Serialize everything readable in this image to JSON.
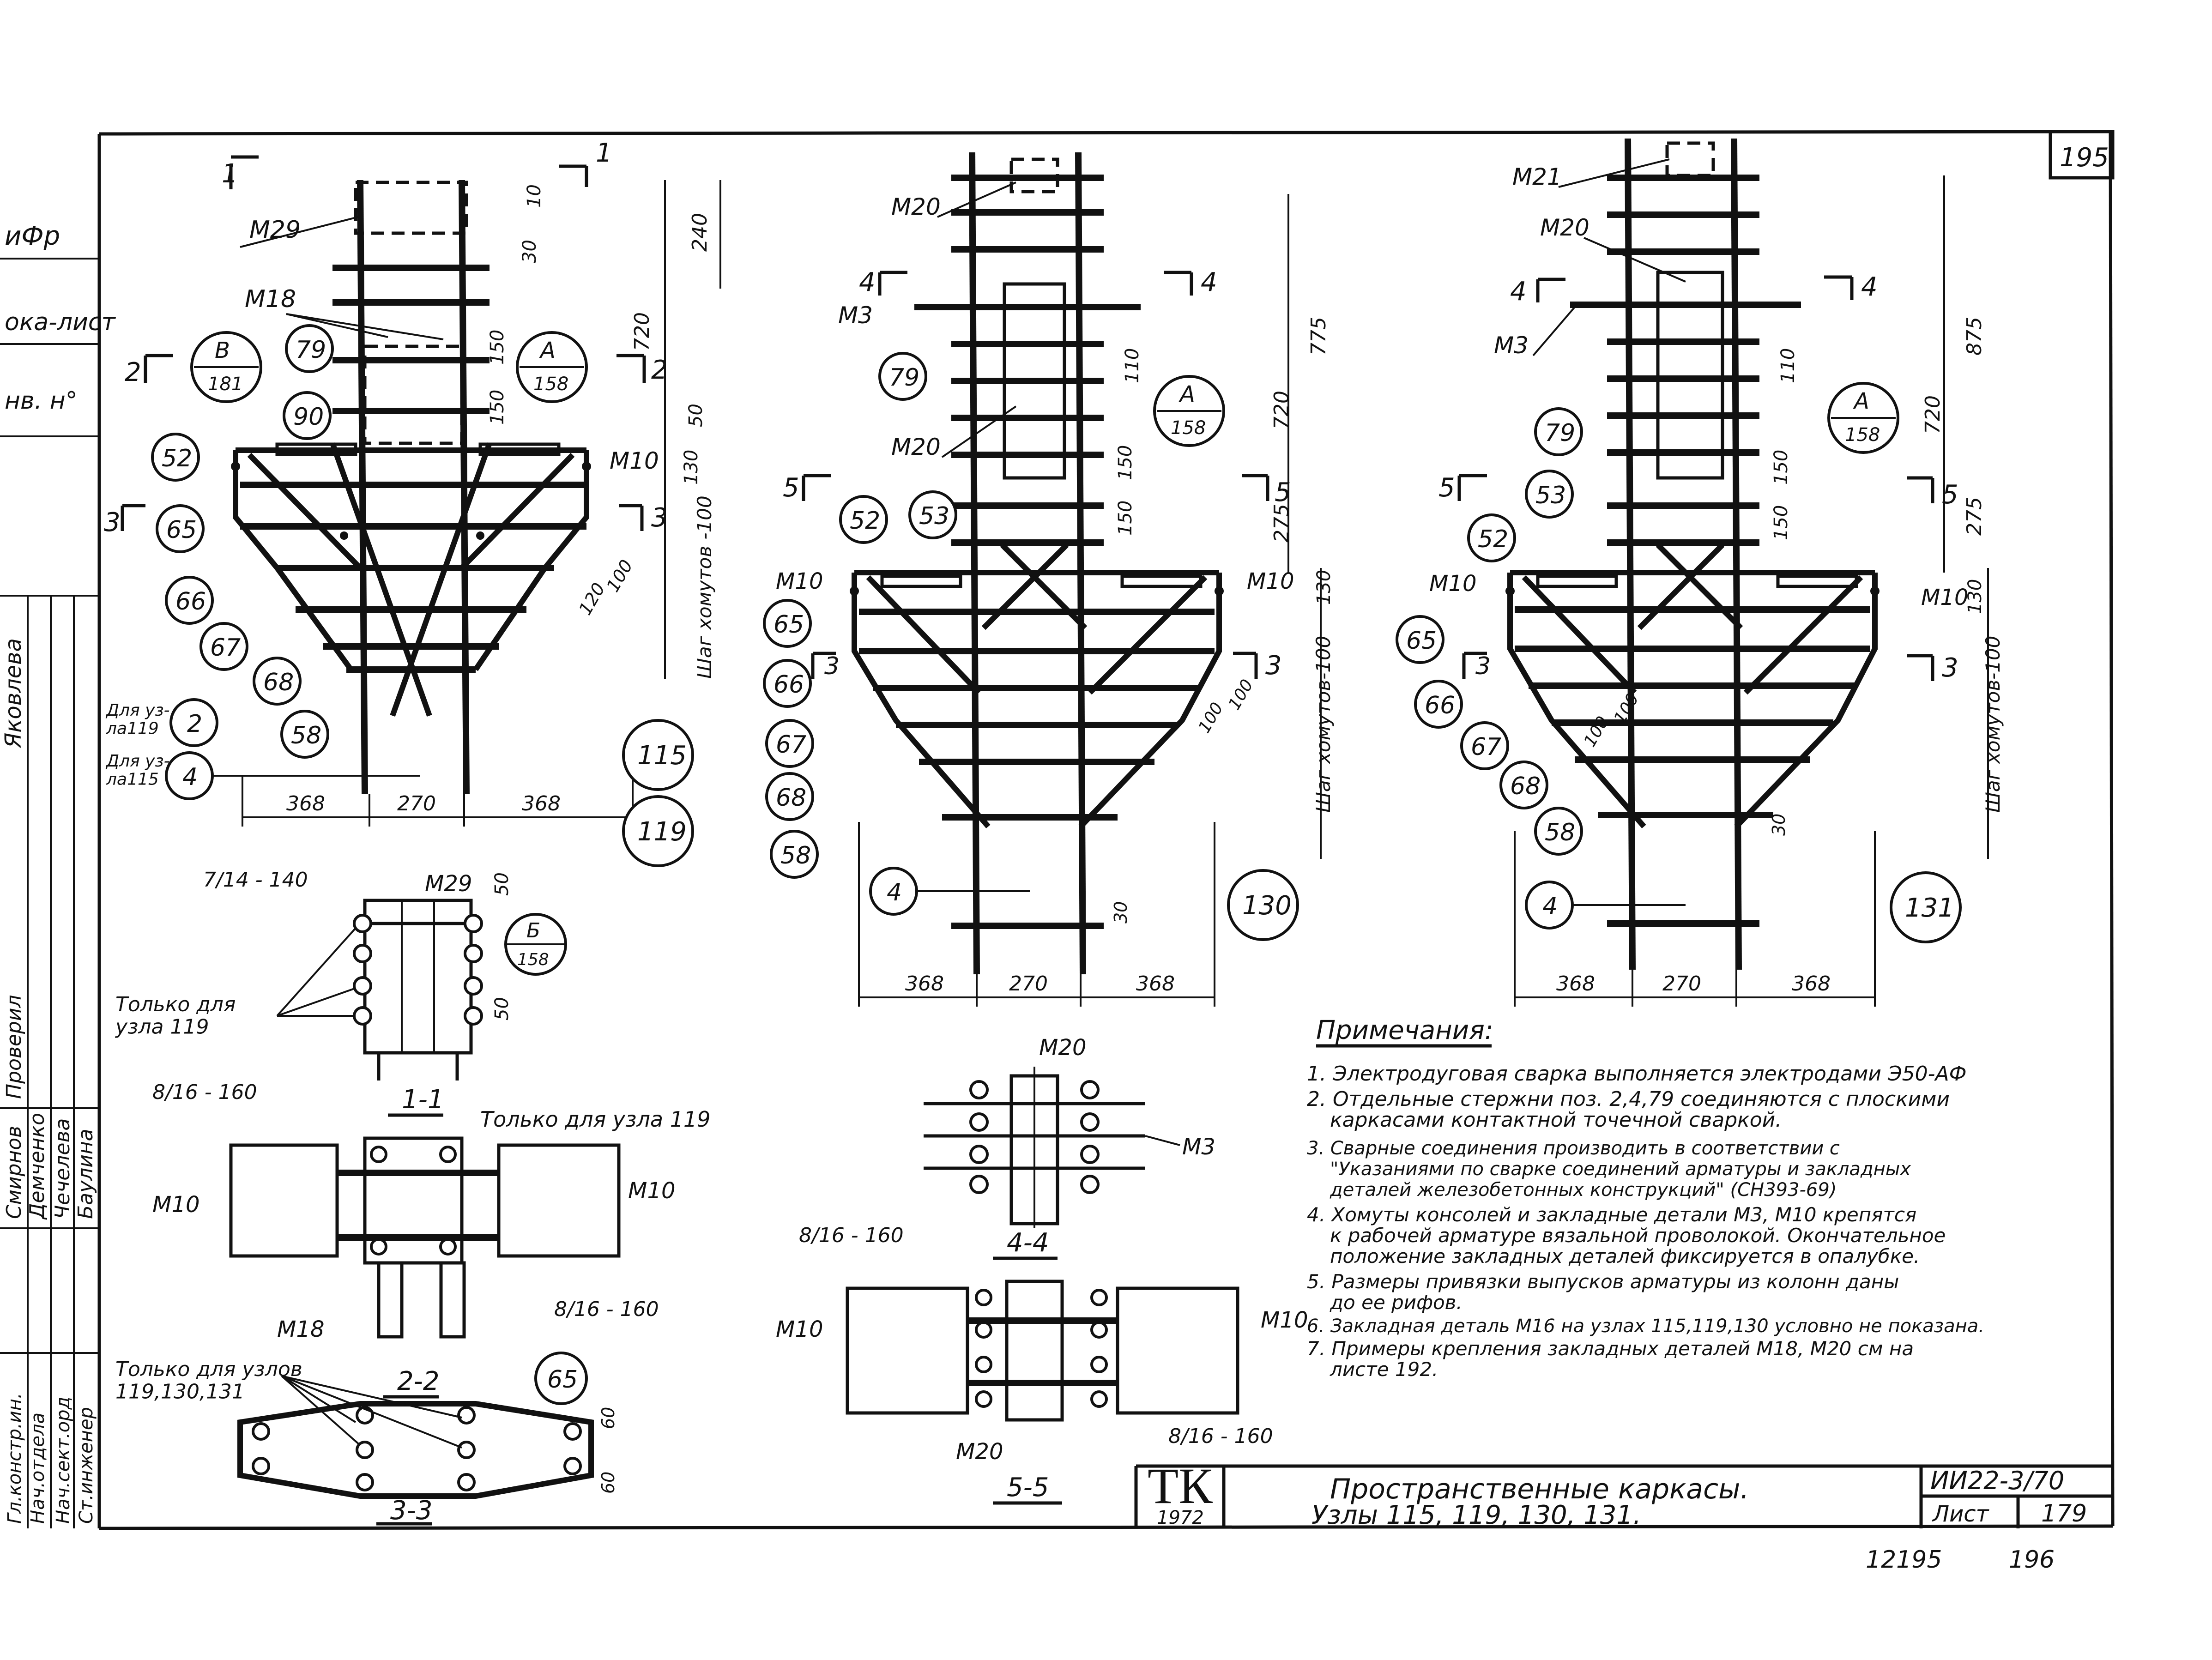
{
  "sheet": {
    "top_sheet_no": "195",
    "bottom_numbers": [
      "12195",
      "196"
    ]
  },
  "left_strip": {
    "cells": [
      "иФр",
      "ока-лист",
      "нв. н°"
    ],
    "names": [
      "Яковлева",
      "Демченко",
      "Чечелева",
      "Баулина"
    ],
    "roles": [
      "Гл.констр.ин.",
      "Нач.отдела",
      "Нач.сект.орд",
      "Ст.инженер",
      "Проверил",
      "Смирнов"
    ]
  },
  "view_a": {
    "labels": {
      "m29": "М29",
      "m18": "М18",
      "m10": "М10",
      "sec1": "1",
      "sec2": "2",
      "sec3": "3",
      "dim_10": "10",
      "dim_240": "240",
      "dim_30": "30",
      "dim_720": "720",
      "dim_150a": "150",
      "dim_150b": "150",
      "dim_50": "50",
      "dim_130": "130",
      "dim_120": "120",
      "dim_100": "100",
      "step": "Шаг хомутов -100",
      "d368a": "368",
      "d270": "270",
      "d368b": "368",
      "for119": "Для уз-\nла119",
      "for115": "Для уз-\nла115"
    },
    "callouts": [
      "79",
      "90",
      "52",
      "65",
      "66",
      "67",
      "68",
      "58",
      "2",
      "4"
    ],
    "ref_b": {
      "top": "В",
      "bottom": "181"
    },
    "ref_a": {
      "top": "А",
      "bottom": "158"
    },
    "nodes": [
      "115",
      "119"
    ]
  },
  "view_b": {
    "labels": {
      "m20a": "М20",
      "m3": "М3",
      "m20b": "М20",
      "m10a": "М10",
      "m10b": "М10",
      "sec4": "4",
      "sec5": "5",
      "sec3": "3",
      "dim_775": "775",
      "dim_110": "110",
      "dim_720": "720",
      "dim_150a": "150",
      "dim_150b": "150",
      "dim_275": "275",
      "dim_130": "130",
      "dim_100a": "100",
      "dim_100b": "100",
      "dim_30": "30",
      "step": "Шаг хомутов-100",
      "d368a": "368",
      "d270": "270",
      "d368b": "368"
    },
    "callouts": [
      "79",
      "52",
      "53",
      "65",
      "66",
      "67",
      "68",
      "58",
      "4"
    ],
    "ref_a": {
      "top": "А",
      "bottom": "158"
    },
    "node": "130"
  },
  "view_c": {
    "labels": {
      "m21": "М21",
      "m20": "М20",
      "m3": "М3",
      "m10a": "М10",
      "m10b": "М10",
      "sec4": "4",
      "sec5": "5",
      "sec3": "3",
      "dim_875": "875",
      "dim_110": "110",
      "dim_720": "720",
      "dim_150a": "150",
      "dim_150b": "150",
      "dim_275": "275",
      "dim_130": "130",
      "dim_100a": "100",
      "dim_100b": "100",
      "dim_30": "30",
      "step": "Шаг хомутов-100",
      "d368a": "368",
      "d270": "270",
      "d368b": "368"
    },
    "callouts": [
      "79",
      "53",
      "52",
      "65",
      "66",
      "67",
      "68",
      "58",
      "4"
    ],
    "ref_a": {
      "top": "А",
      "bottom": "158"
    },
    "node": "131"
  },
  "sections": {
    "s11": {
      "title": "1-1",
      "m29": "М29",
      "spec": "7/14 - 140",
      "dim_50a": "50",
      "dim_50b": "50",
      "ref_b": {
        "top": "Б",
        "bottom": "158"
      },
      "only119": "Только для\nузла 119"
    },
    "s22": {
      "title": "2-2",
      "only119": "Только для узла 119",
      "m10a": "М10",
      "m10b": "М10",
      "m18": "М18",
      "spec_a": "8/16 - 160",
      "spec_b": "8/16 - 160"
    },
    "s33": {
      "title": "3-3",
      "only": "Только для узлов\n119,130,131",
      "callout": "65",
      "dim_60a": "60",
      "dim_60b": "60"
    },
    "s44": {
      "title": "4-4",
      "m20": "М20",
      "m3": "М3"
    },
    "s55": {
      "title": "5-5",
      "m10a": "М10",
      "m10b": "М10",
      "m20": "М20",
      "spec_a": "8/16 - 160",
      "spec_b": "8/16 - 160"
    }
  },
  "notes": {
    "title": "Примечания:",
    "items": [
      "1. Электродуговая сварка выполняется электродами Э50-АФ",
      "2. Отдельные стержни поз. 2,4,79 соединяются с плоскими",
      "каркасами контактной точечной сваркой.",
      "3. Сварные соединения производить в соответствии с",
      "\"Указаниями по сварке соединений арматуры и закладных",
      "деталей железобетонных конструкций\" (СН393-69)",
      "4. Хомуты консолей и закладные детали М3, М10 крепятся",
      "к рабочей арматуре вязальной проволокой. Окончательное",
      "положение закладных деталей фиксируется в опалубке.",
      "5. Размеры привязки выпусков арматуры из колонн даны",
      "до ее рифов.",
      "6. Закладная деталь М16 на узлах 115,119,130 условно не показана.",
      "7. Примеры крепления закладных деталей М18, М20 см на",
      "листе 192."
    ]
  },
  "title_block": {
    "logo": "ТК",
    "year": "1972",
    "title": "Пространственные каркасы.",
    "subtitle": "Узлы 115, 119, 130, 131.",
    "code": "ИИ22-3/70",
    "sheet_label": "Лист",
    "sheet_no": "179"
  }
}
